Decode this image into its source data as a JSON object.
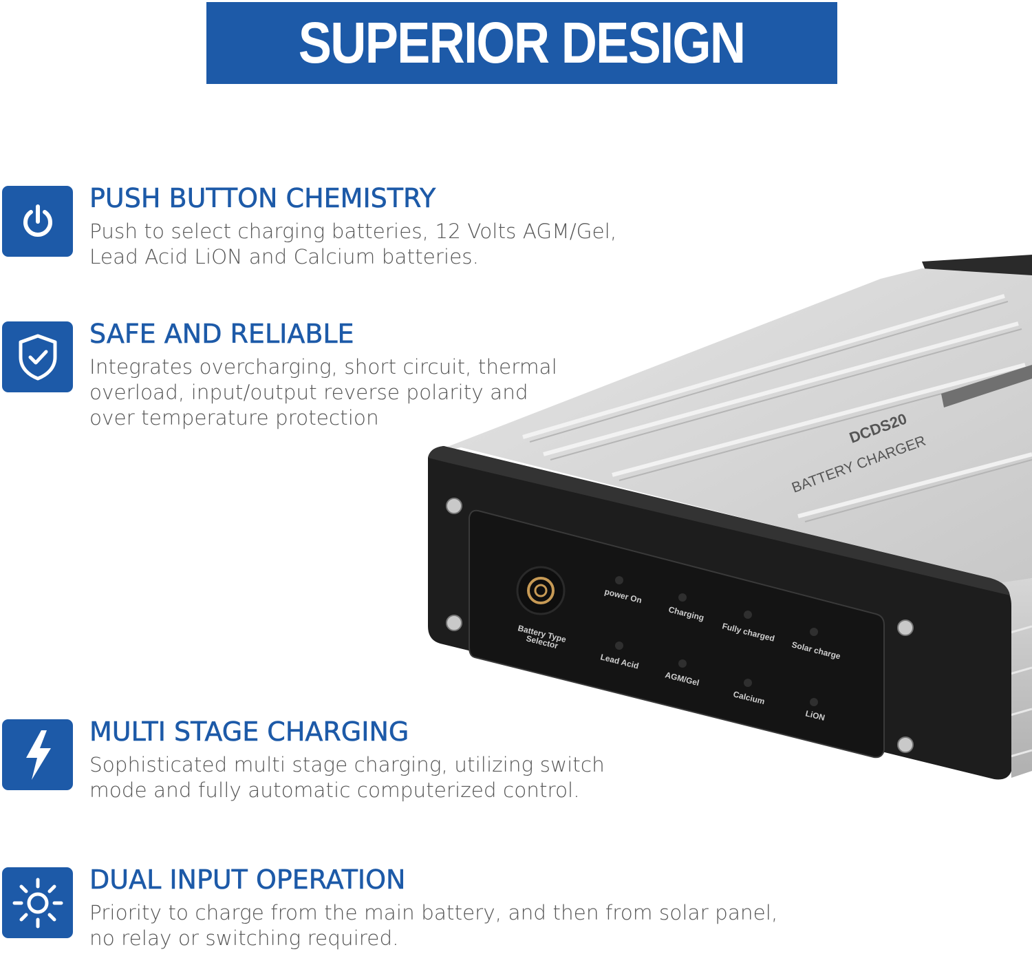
{
  "banner": {
    "title": "SUPERIOR DESIGN"
  },
  "features": [
    {
      "icon": "power-icon",
      "title": "PUSH BUTTON CHEMISTRY",
      "description": "Push to select charging batteries, 12 Volts AGM/Gel,\nLead Acid LiON and Calcium batteries."
    },
    {
      "icon": "shield-check-icon",
      "title": "SAFE AND RELIABLE",
      "description": "Integrates overcharging, short circuit, thermal\noverload, input/output reverse polarity and\nover temperature protection"
    },
    {
      "icon": "lightning-bolt-icon",
      "title": "MULTI STAGE CHARGING",
      "description": "Sophisticated multi stage charging, utilizing switch\nmode and fully automatic computerized control."
    },
    {
      "icon": "sun-icon",
      "title": "DUAL INPUT OPERATION",
      "description": "Priority to charge from the main battery, and then from solar panel,\nno relay or switching required."
    }
  ],
  "product": {
    "model": "DCDS20",
    "name": "BATTERY CHARGER",
    "button_label_line1": "Battery  Type",
    "button_label_line2": "Selector",
    "indicators_top": [
      "power On",
      "Charging",
      "Fully  charged",
      "Solar  charge"
    ],
    "indicators_bottom": [
      "Lead Acid",
      "AGM/Gel",
      "Calcium",
      "LiON"
    ]
  },
  "colors": {
    "brand_blue": "#1d5aa8",
    "text_gray": "#555555"
  }
}
